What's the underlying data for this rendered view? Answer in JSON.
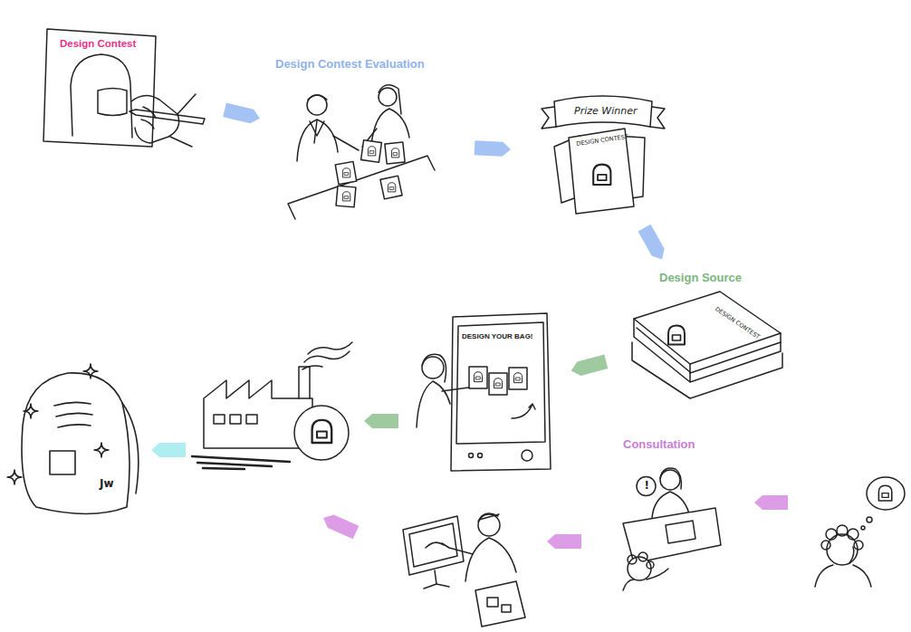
{
  "diagram": {
    "nodes": [
      {
        "text": [
          "Design Contest"
        ]
      },
      {
        "text": [
          "Design Contest Evaluation"
        ]
      },
      {
        "text": [
          "Prize Winner"
        ]
      },
      {
        "text": [
          "Design Source"
        ]
      },
      {
        "text": [
          "DESIGN YOUR BAG!"
        ]
      },
      {
        "text": [
          "Consultation"
        ]
      }
    ],
    "edges": [
      {
        "from": 0,
        "to": 1,
        "arrow": "to"
      },
      {
        "from": 1,
        "to": 2,
        "arrow": "to"
      },
      {
        "from": 2,
        "to": 3,
        "arrow": "to"
      },
      {
        "from": 3,
        "to": 4,
        "arrow": "to"
      }
    ],
    "labels": [
      "DESIGN CONTEST",
      "DESIGN CONTEST",
      "!",
      "Jw"
    ]
  }
}
